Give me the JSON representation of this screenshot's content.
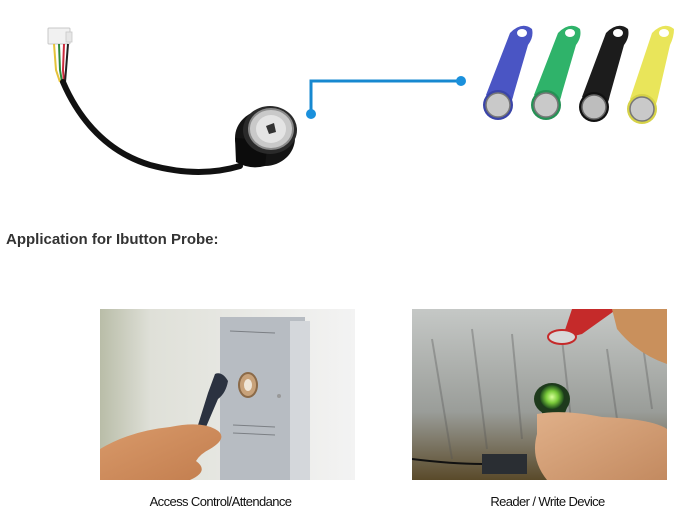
{
  "hero": {
    "probe_image": "ibutton-probe-with-cable-and-4pin-connector",
    "key_fobs": [
      {
        "color_name": "blue",
        "color": "#4a55c4"
      },
      {
        "color_name": "green",
        "color": "#2fb36a"
      },
      {
        "color_name": "black",
        "color": "#1c1c1c"
      },
      {
        "color_name": "yellow",
        "color": "#e9e55a"
      }
    ],
    "connector_color": "#1788d0"
  },
  "section": {
    "title": "Application for Ibutton Probe:"
  },
  "applications": [
    {
      "caption": "Access Control/Attendance",
      "image": "hand-touching-ibutton-key-to-wall-reader"
    },
    {
      "caption": "Reader / Write Device",
      "image": "hand-holding-green-lit-ibutton-reader"
    }
  ]
}
